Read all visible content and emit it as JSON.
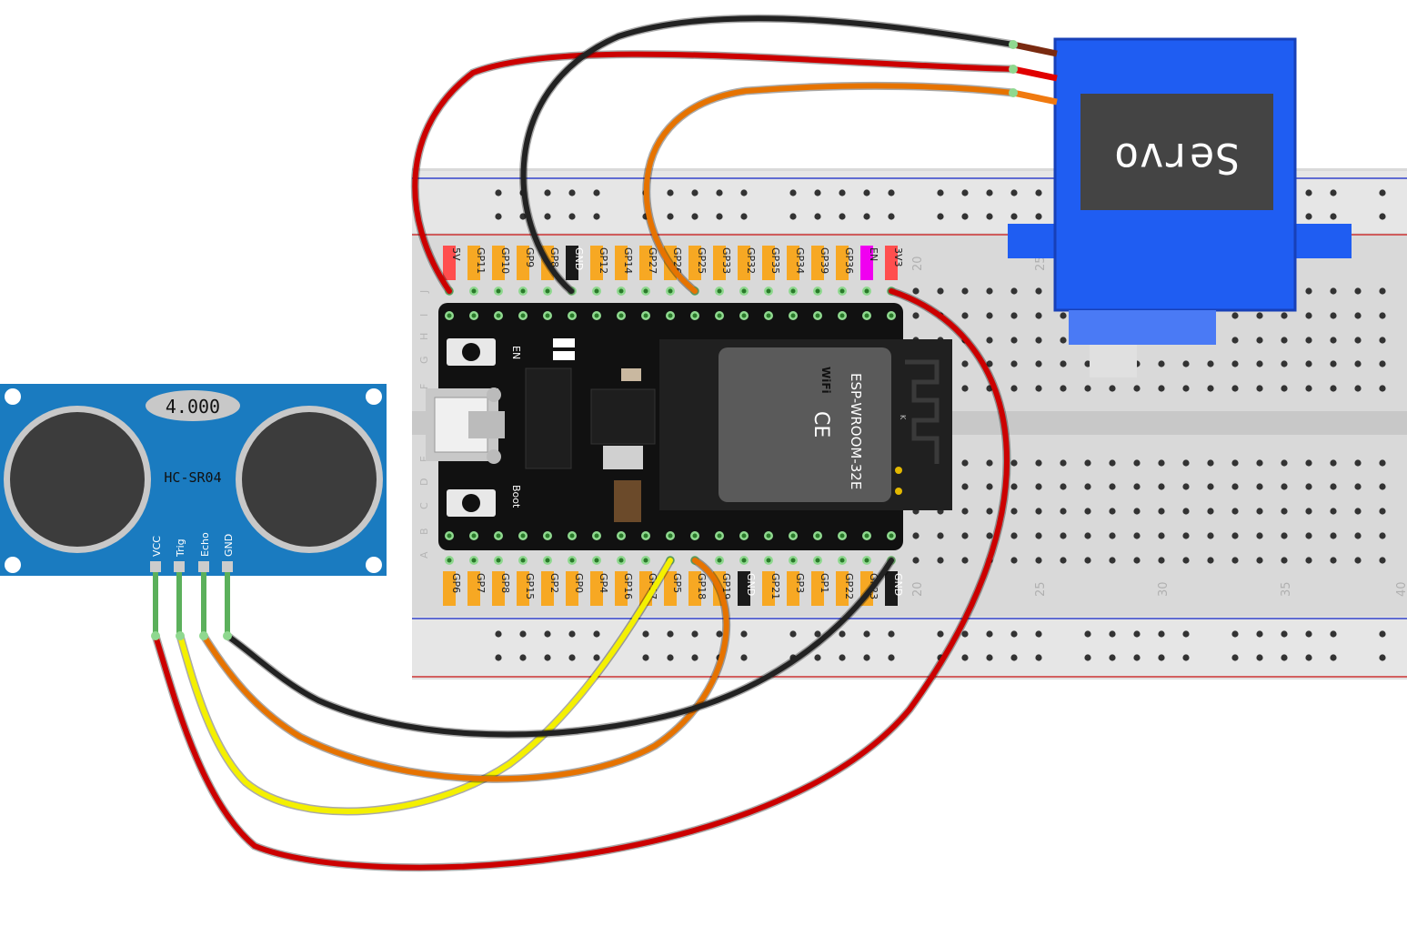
{
  "esp32": {
    "top_pins": [
      "5V",
      "GP11",
      "GP10",
      "GP9",
      "GP8",
      "GND",
      "GP12",
      "GP14",
      "GP27",
      "GP26",
      "GP25",
      "GP33",
      "GP32",
      "GP35",
      "GP34",
      "GP39",
      "GP36",
      "EN",
      "3V3"
    ],
    "bottom_pins": [
      "GP6",
      "GP7",
      "GP8",
      "GP15",
      "GP2",
      "GP0",
      "GP4",
      "GP16",
      "GP17",
      "GP5",
      "GP18",
      "GP19",
      "GND",
      "GP21",
      "GP3",
      "GP1",
      "GP22",
      "GP23",
      "GND"
    ],
    "module_label": "ESP-WROOM-32E",
    "wifi_label": "WiFi",
    "ce_label": "CE",
    "en_button_label": "EN",
    "boot_button_label": "Boot",
    "antenna_label": "K"
  },
  "breadboard": {
    "row_letters_top": [
      "J",
      "I",
      "H",
      "G",
      "F"
    ],
    "row_letters_bottom": [
      "E",
      "D",
      "C",
      "B",
      "A"
    ],
    "top_numbers": [
      "20",
      "25"
    ],
    "bottom_numbers": [
      "20",
      "25",
      "30",
      "35",
      "40"
    ]
  },
  "sensor": {
    "model": "HC-SR04",
    "crystal": "4.000",
    "pins": [
      "VCC",
      "Trig",
      "Echo",
      "GND"
    ]
  },
  "servo": {
    "label": "Servo"
  },
  "colors": {
    "red_wire": "#cc0000",
    "black_wire": "#222222",
    "orange_wire": "#e67300",
    "yellow_wire": "#f4f000",
    "pin_label_bg": "#f7a823",
    "power_label_bg": "#ff4e4e",
    "gnd_label_bg": "#1a1a1a",
    "en_label_bg": "#f000f0",
    "sensor_blue": "#1a7bc0",
    "servo_blue": "#1f5df2"
  }
}
